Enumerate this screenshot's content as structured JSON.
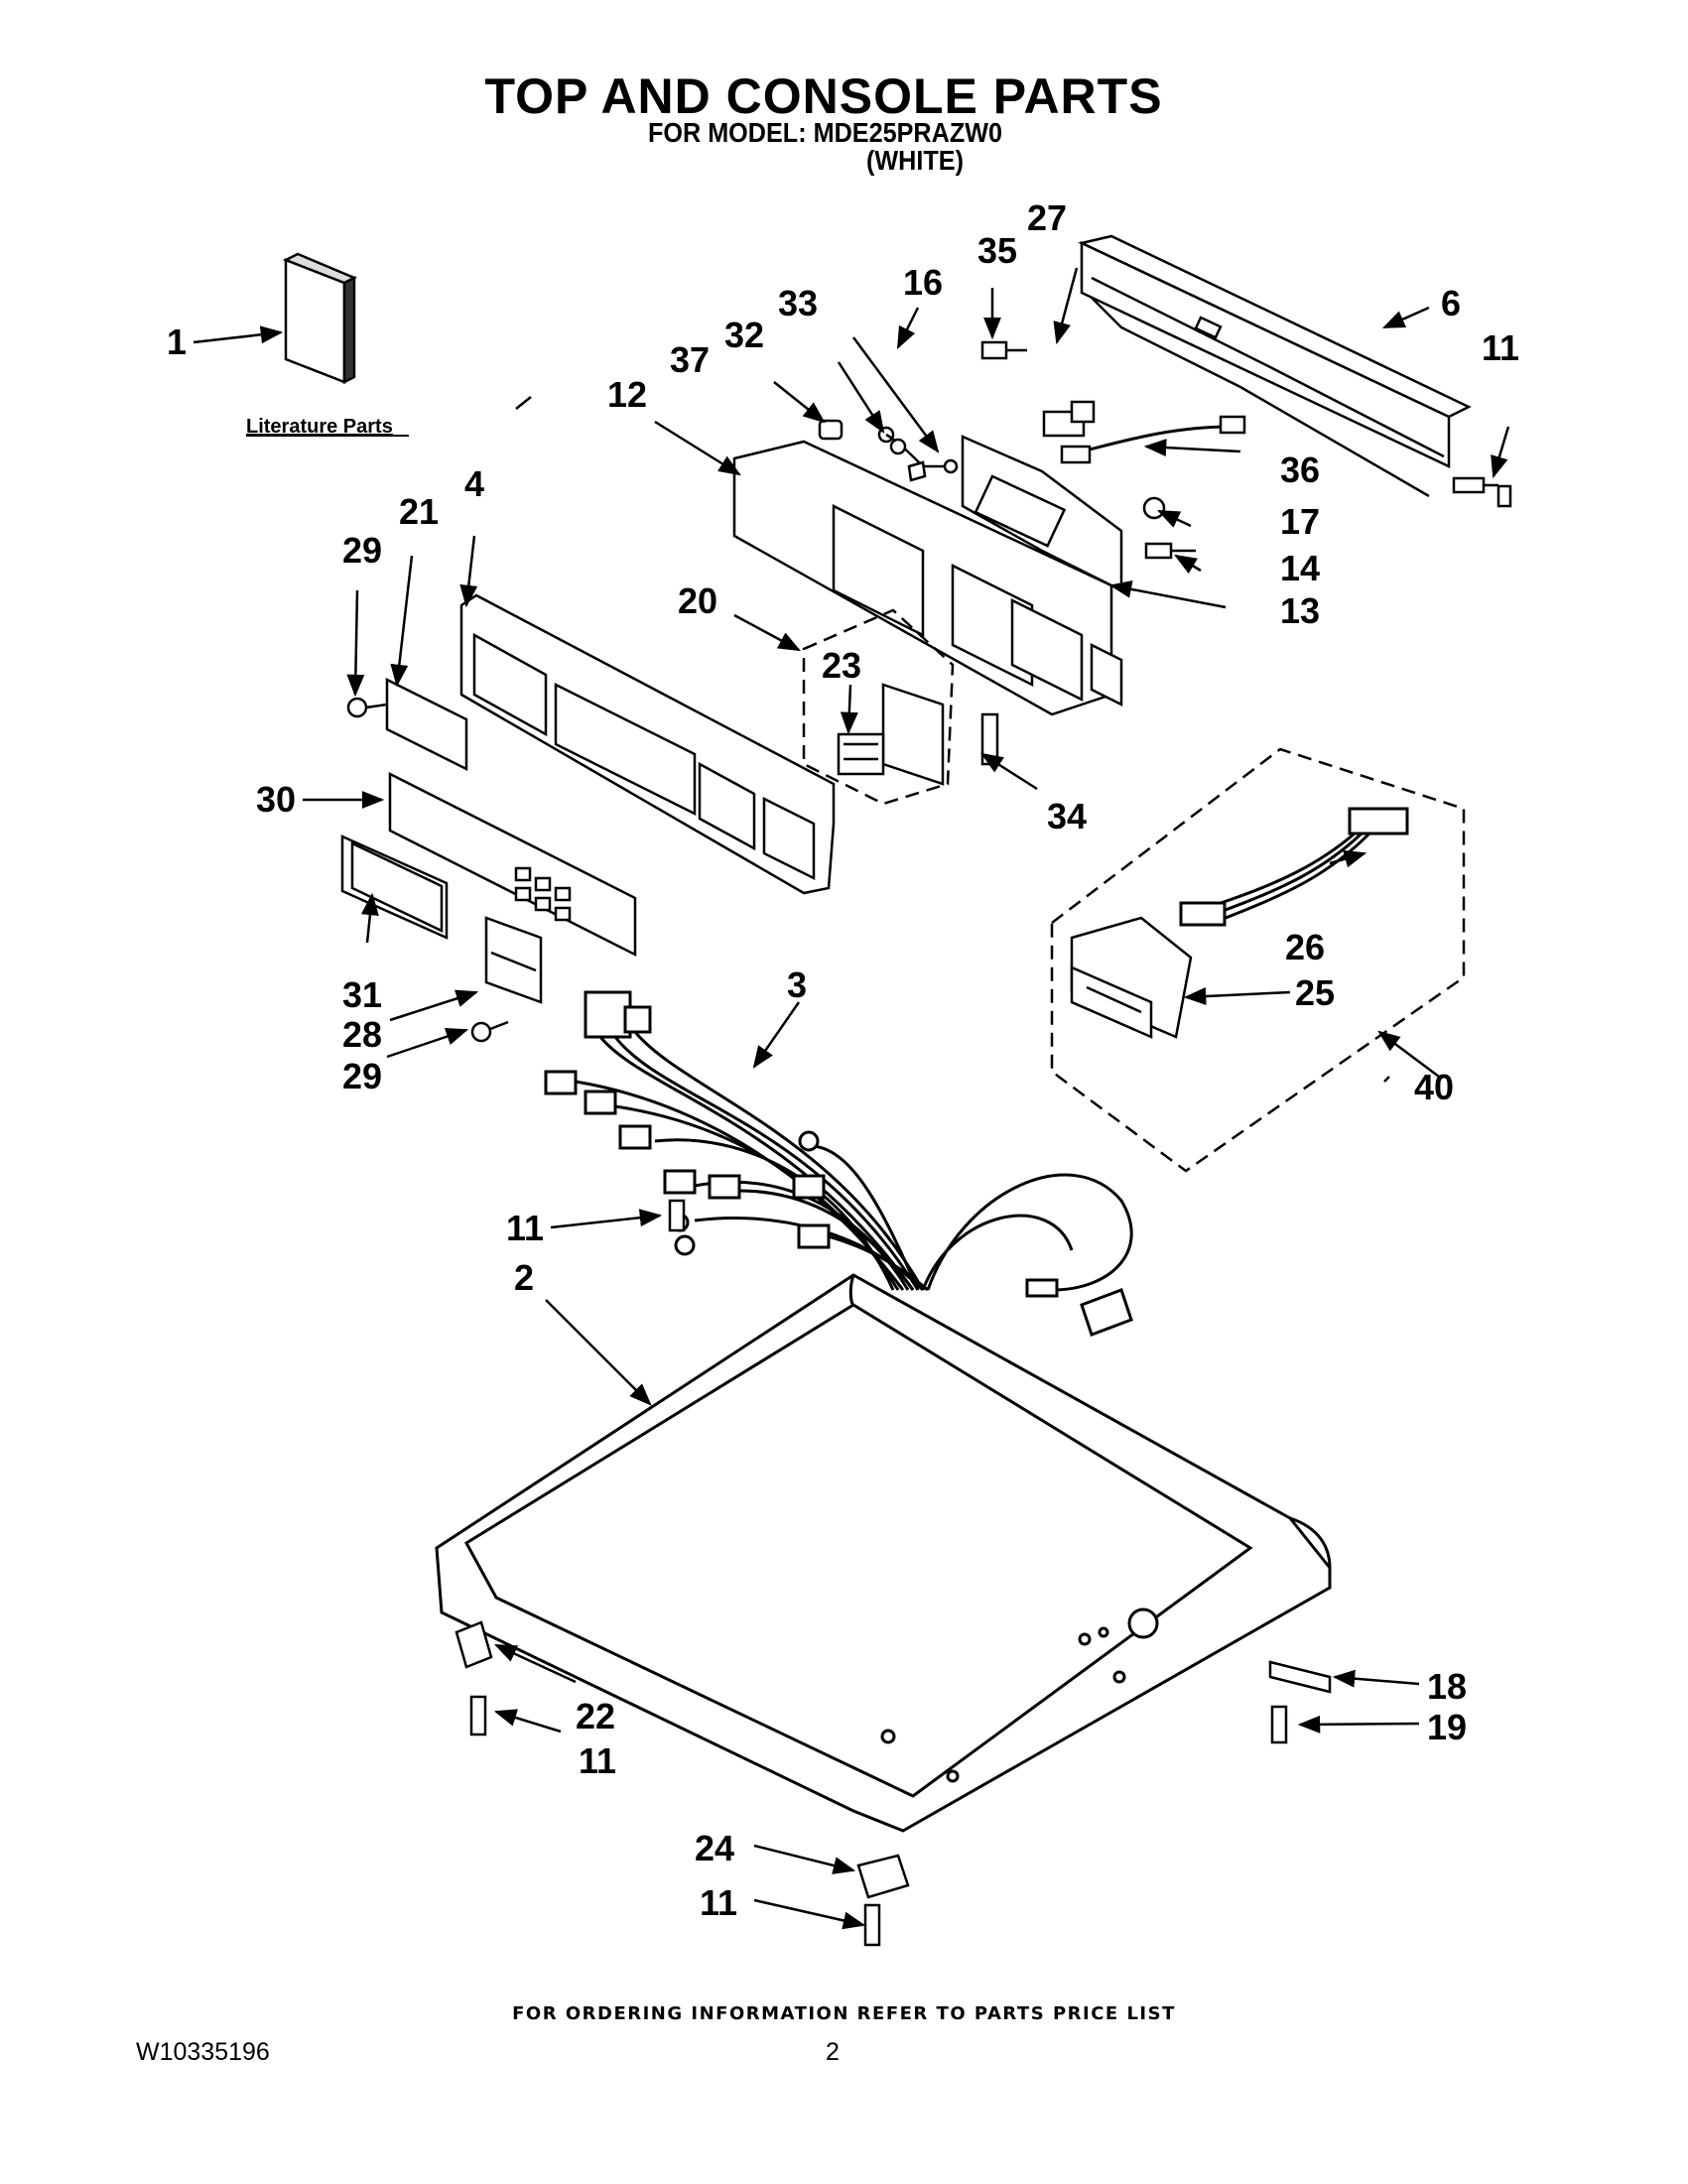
{
  "header": {
    "title": "TOP AND CONSOLE PARTS",
    "model_line": "FOR MODEL: MDE25PRAZW0",
    "color_line": "(WHITE)"
  },
  "diagram": {
    "literature_label": "Literature Parts",
    "callouts": {
      "c1": "1",
      "c2": "2",
      "c3": "3",
      "c4": "4",
      "c6": "6",
      "c11a": "11",
      "c11b": "11",
      "c11c": "11",
      "c11d": "11",
      "c12": "12",
      "c13": "13",
      "c14": "14",
      "c16": "16",
      "c17": "17",
      "c18": "18",
      "c19": "19",
      "c20": "20",
      "c21": "21",
      "c22": "22",
      "c23": "23",
      "c24": "24",
      "c25": "25",
      "c26": "26",
      "c27": "27",
      "c28": "28",
      "c29a": "29",
      "c29b": "29",
      "c30": "30",
      "c31": "31",
      "c32": "32",
      "c33": "33",
      "c34": "34",
      "c35": "35",
      "c36": "36",
      "c37": "37",
      "c40": "40"
    }
  },
  "footer": {
    "ordering_note": "FOR ORDERING INFORMATION REFER TO PARTS PRICE LIST",
    "doc_number": "W10335196",
    "page_number": "2"
  }
}
